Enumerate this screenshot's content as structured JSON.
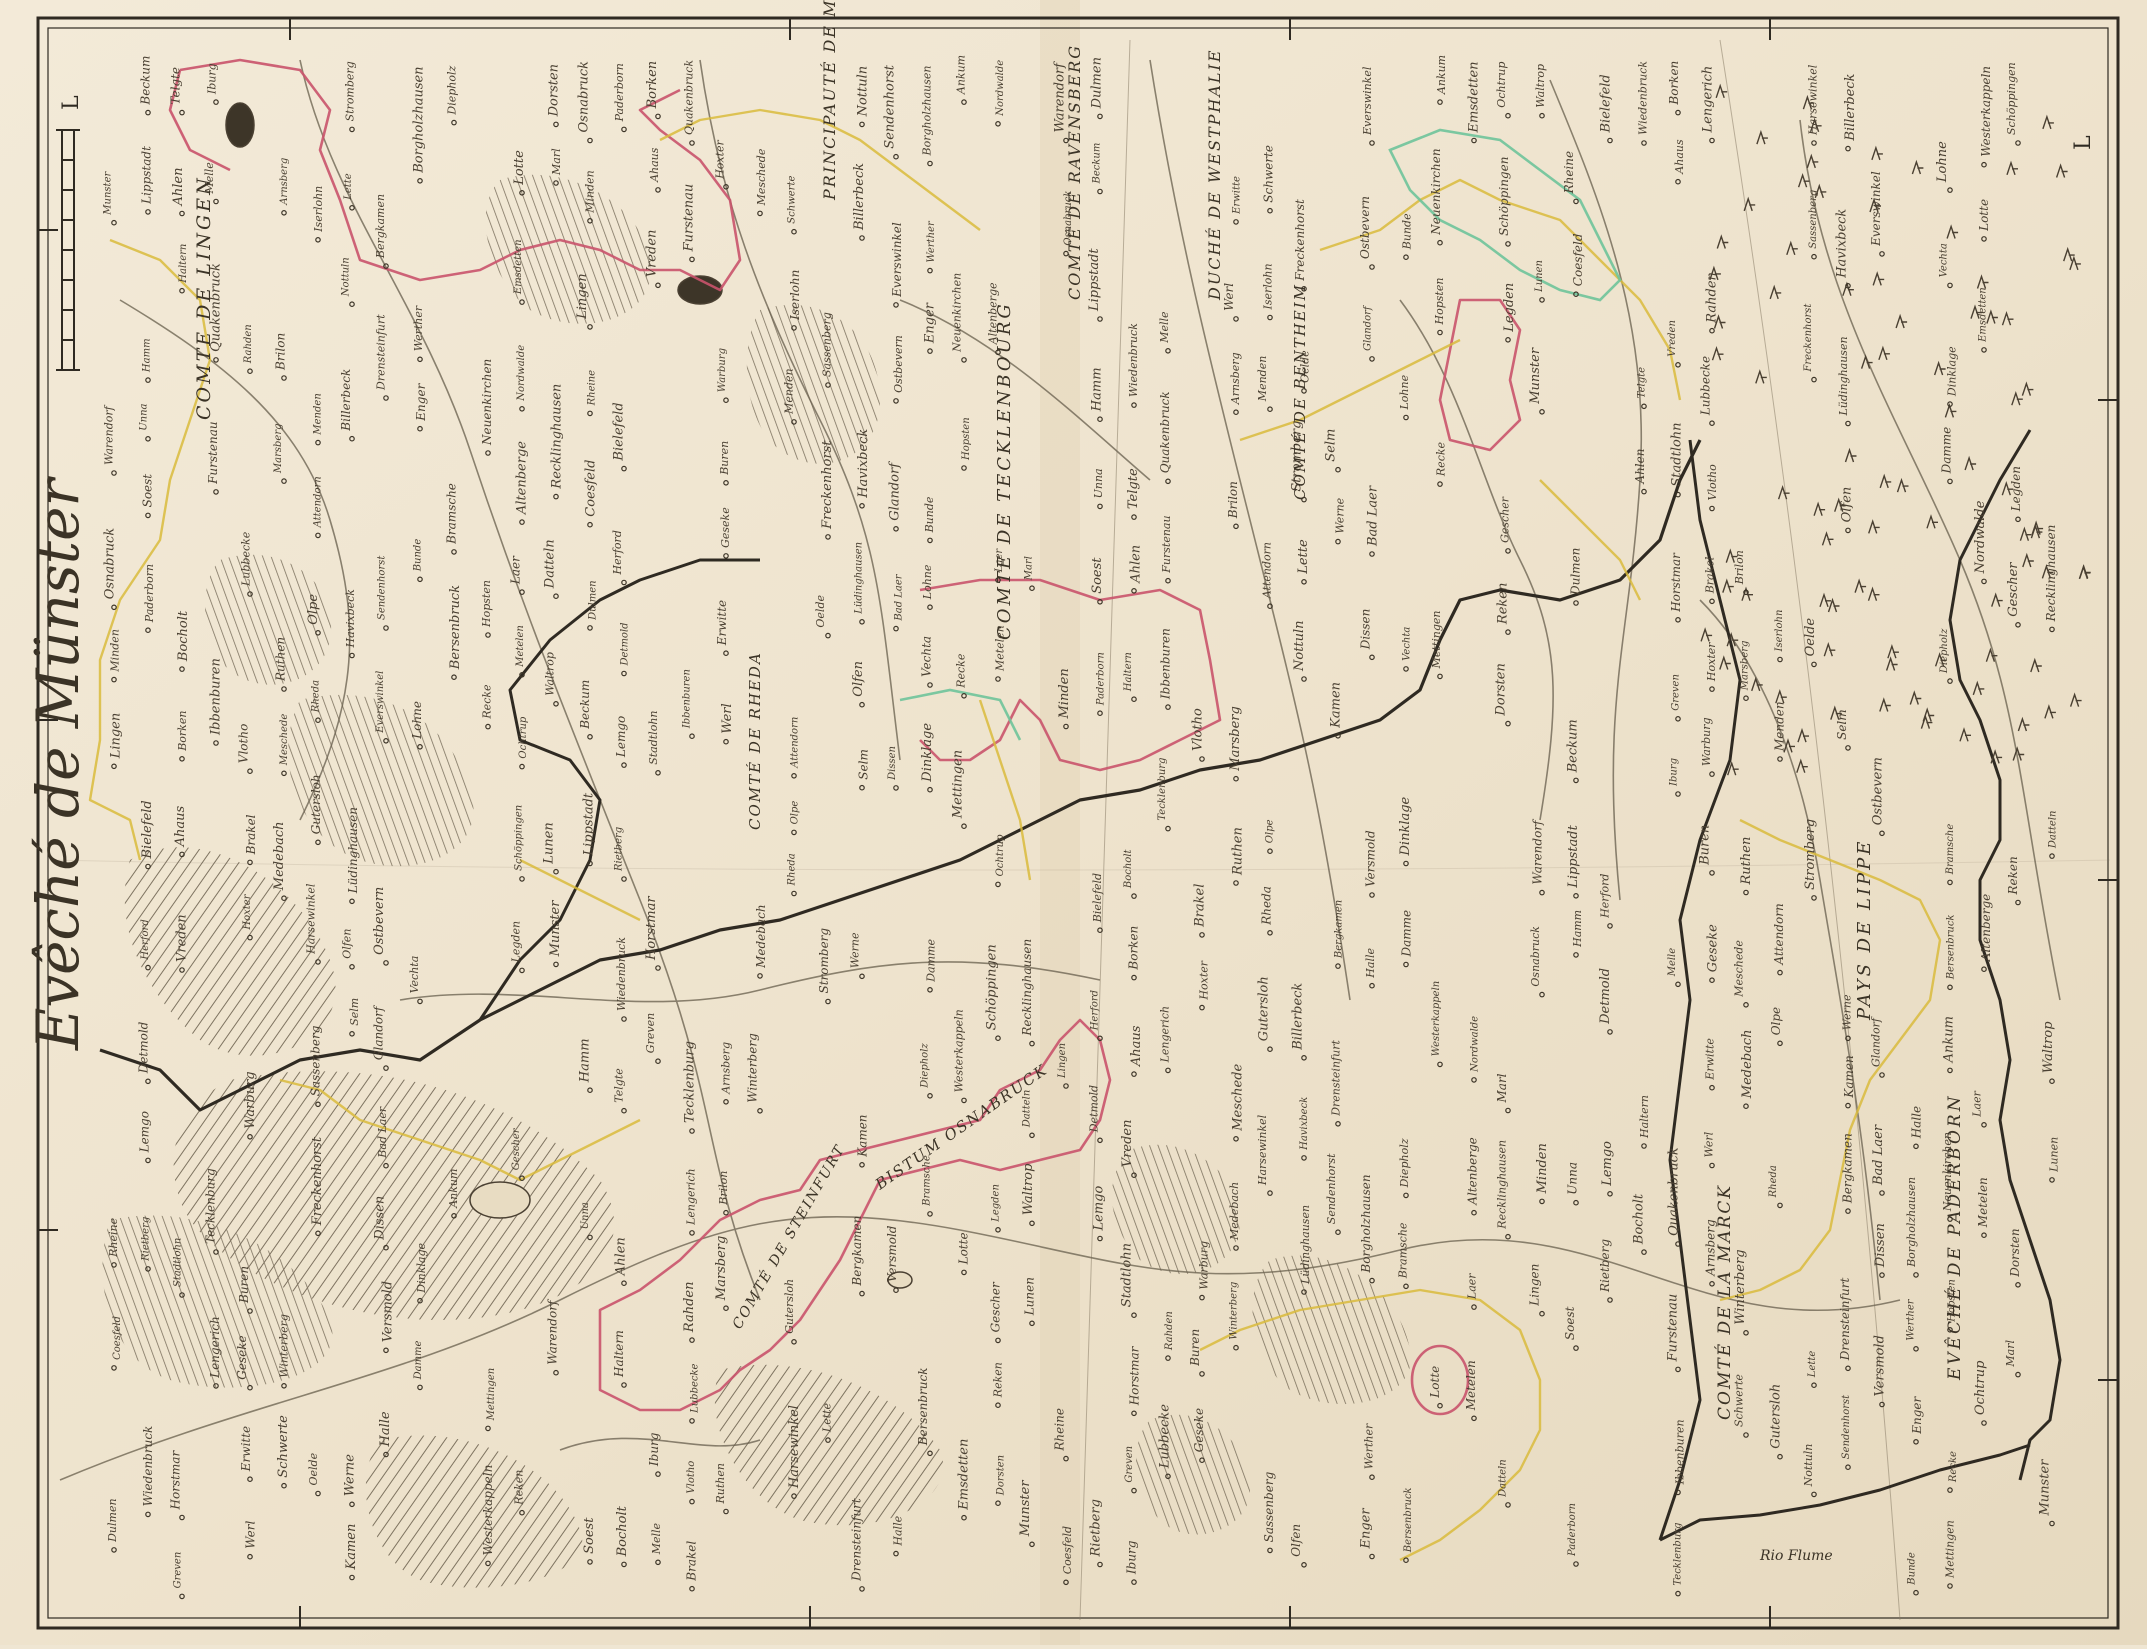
{
  "map": {
    "title": "Evêché de Münster",
    "colors": {
      "paper": "#efe6d3",
      "paper_dark": "#e3d6bb",
      "ink": "#4a4032",
      "ink_light": "#7c7262",
      "border_black": "#2f2a22",
      "red": "#c9536b",
      "yellow": "#d9bb3c",
      "green": "#6ec39a"
    },
    "scale_label": "L",
    "region_labels": [
      "COMTE DE LINGEN",
      "COMTE DE TECKLENBOURG",
      "PRINCIPAUTÉ DE MINDEN",
      "COMTÉ DE RAVENSBERG",
      "DUCHÉ DE WESTPHALIE",
      "COMTÉ DE LA MARCK",
      "PAYS DE LIPPE",
      "EVÊCHÉ DE PADERBORN",
      "COMTÉ DE RHEDA",
      "BISTUM OSNABRUCK",
      "COMTÉ DE STEINFURT",
      "COMTÉ DE BENTHEIM"
    ],
    "towns": [
      "Munster",
      "Warendorf",
      "Osnabruck",
      "Minden",
      "Lingen",
      "Rheine",
      "Coesfeld",
      "Dulmen",
      "Beckum",
      "Lippstadt",
      "Hamm",
      "Unna",
      "Soest",
      "Paderborn",
      "Bielefeld",
      "Herford",
      "Detmold",
      "Lemgo",
      "Rietberg",
      "Wiedenbruck",
      "Telgte",
      "Ahlen",
      "Haltern",
      "Bocholt",
      "Borken",
      "Ahaus",
      "Vreden",
      "Stadtlohn",
      "Horstmar",
      "Greven",
      "Iburg",
      "Melle",
      "Quakenbruck",
      "Furstenau",
      "Ibbenburen",
      "Tecklenburg",
      "Lengerich",
      "Rahden",
      "Lubbecke",
      "Vlotho",
      "Brakel",
      "Hoxter",
      "Warburg",
      "Buren",
      "Geseke",
      "Erwitte",
      "Werl",
      "Arnsberg",
      "Brilon",
      "Marsberg",
      "Ruthen",
      "Meschede",
      "Medebach",
      "Winterberg",
      "Schwerte",
      "Iserlohn",
      "Menden",
      "Attendorn",
      "Olpe",
      "Rheda",
      "Gutersloh",
      "Harsewinkel",
      "Sassenberg",
      "Freckenhorst",
      "Oelde",
      "Stromberg",
      "Lette",
      "Nottuln",
      "Billerbeck",
      "Havixbeck",
      "Lüdinghausen",
      "Olfen",
      "Selm",
      "Werne",
      "Kamen",
      "Bergkamen",
      "Drensteinfurt",
      "Sendenhorst",
      "Everswinkel",
      "Ostbevern",
      "Glandorf",
      "Bad Laer",
      "Dissen",
      "Versmold",
      "Halle",
      "Borgholzhausen",
      "Werther",
      "Enger",
      "Bunde",
      "Lohne",
      "Vechta",
      "Dinklage",
      "Damme",
      "Diepholz",
      "Bramsche",
      "Bersenbruck",
      "Ankum",
      "Neuenkirchen",
      "Hopsten",
      "Recke",
      "Mettingen",
      "Westerkappeln",
      "Lotte",
      "Emsdetten",
      "Nordwalde",
      "Altenberge",
      "Laer",
      "Metelen",
      "Ochtrup",
      "Schöppingen",
      "Legden",
      "Gescher",
      "Reken",
      "Dorsten",
      "Marl",
      "Recklinghausen",
      "Datteln",
      "Waltrop",
      "Lunen"
    ],
    "labels": {
      "river_bottom": "Rio Flume"
    },
    "side_letter": "L"
  }
}
